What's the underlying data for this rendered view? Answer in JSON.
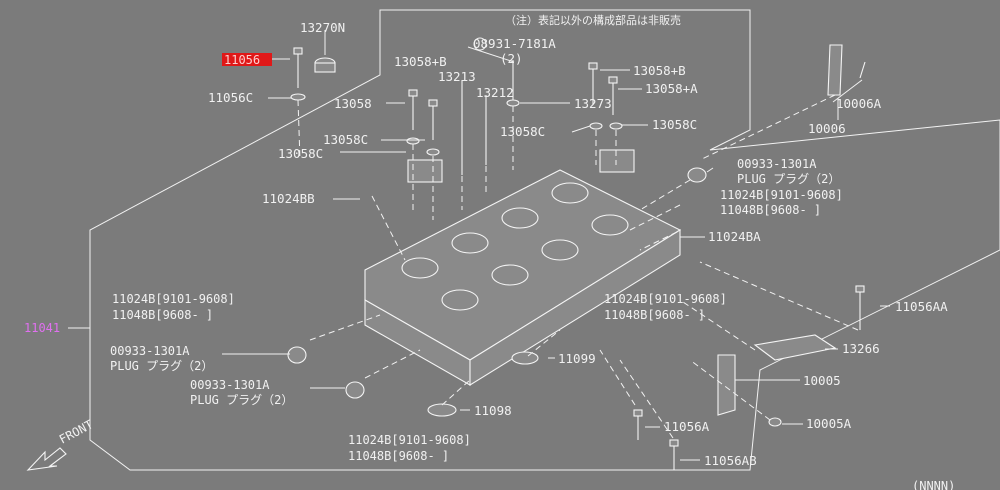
{
  "note": "（注）表記以外の構成部品は非販売",
  "code": "11041",
  "highlight_part": "11056",
  "bottom_label": "FRONT",
  "labels": {
    "p13270N": "13270N",
    "p11056C_a": "11056C",
    "p13058C_a": "13058C",
    "p13058C_b": "13058C",
    "p08931": "08931-7181A",
    "p08931_qty": "(2)",
    "p13058B_a": "13058+B",
    "p13213": "13213",
    "p13212": "13212",
    "p13058": "13058",
    "p13273": "13273",
    "p13058C_c": "13058C",
    "p13058B_b": "13058+B",
    "p13058A": "13058+A",
    "p13058C_d": "13058C",
    "p10006A": "10006A",
    "p10006": "10006",
    "plug1_num": "00933-1301A",
    "plug1_txt": "PLUG プラグ（2）",
    "p11024B_r1": "11024B[9101-9608]",
    "p11048B_r1": "11048B[9608-    ]",
    "p11024BB": "11024BB",
    "p11024BA": "11024BA",
    "p11024B_m": "11024B[9101-9608]",
    "p11048B_m": "11048B[9608-    ]",
    "p11024B_r2": "11024B[9101-9608]",
    "p11048B_r2": "11048B[9608-    ]",
    "p11056AA": "11056AA",
    "plug2_num": "00933-1301A",
    "plug2_txt": "PLUG プラグ（2）",
    "p13266": "13266",
    "p11099": "11099",
    "plug3_num": "00933-1301A",
    "plug3_txt": "PLUG プラグ（2）",
    "p10005": "10005",
    "p11098": "11098",
    "p11056A": "11056A",
    "p10005A": "10005A",
    "p11024B_b": "11024B[9101-9608]",
    "p11048B_b": "11048B[9608-    ]",
    "p11056AB": "11056AB",
    "corner_text": "(NNNN)"
  }
}
